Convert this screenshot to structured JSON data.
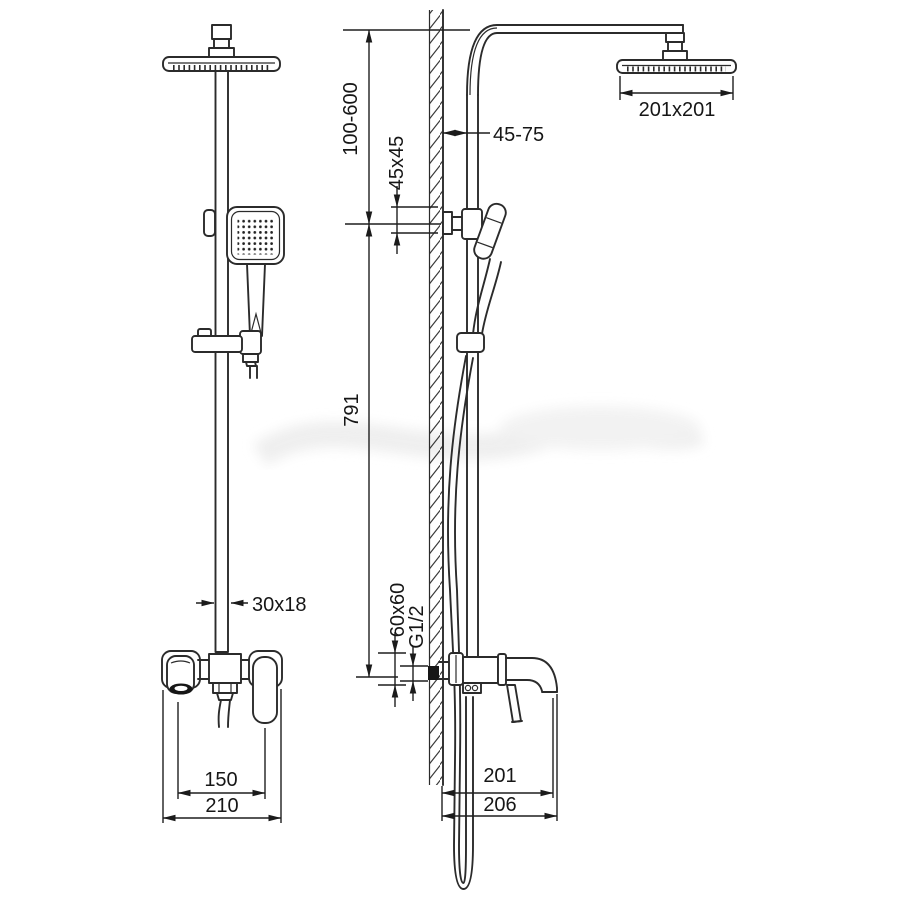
{
  "drawing": {
    "type": "technical-dimension-drawing",
    "subject": "shower-column-system-front-and-side-views",
    "colors": {
      "line": "#2b2b2b",
      "text": "#161616",
      "background": "#ffffff",
      "dark_fill": "#161616",
      "watermark": "#ededed"
    },
    "labels": {
      "arm_height_range": "100-600",
      "wall_clearance_range": "45-75",
      "wall_bracket_size": "45x45",
      "head_size": "201x201",
      "bar_height": "791",
      "bar_profile": "30x18",
      "escutcheon_size": "60x60",
      "connection_thread": "G1/2",
      "handle_spacing": "150",
      "mixer_width": "210",
      "spout_reach": "201",
      "spout_reach_overall": "206"
    }
  }
}
